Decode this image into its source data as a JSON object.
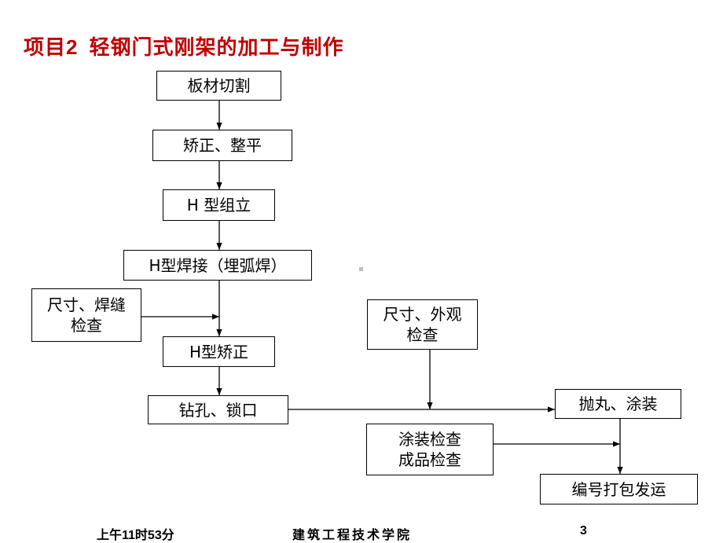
{
  "title": {
    "prefix": "项目2",
    "text": "轻钢门式刚架的加工与制作"
  },
  "steps": {
    "plate_cutting": "板材切割",
    "straighten_flatten": "矫正、整平",
    "h_assembly": "H 型组立",
    "h_welding": "H型焊接（埋弧焊）",
    "dim_weld_check": "尺寸、焊缝\n检查",
    "h_straighten": "H型矫正",
    "drill_lock": "钻孔、锁口",
    "dim_appearance_check": "尺寸、外观\n检查",
    "coating_check": "涂装检查\n成品检查",
    "shot_blast_coat": "抛丸、涂装",
    "number_pack_ship": "编号打包发运"
  },
  "footer": {
    "time": "上午11时53分",
    "school": "建筑工程技术学院",
    "page_number": "3"
  },
  "colors": {
    "title": "#c00000",
    "line": "#000000"
  }
}
